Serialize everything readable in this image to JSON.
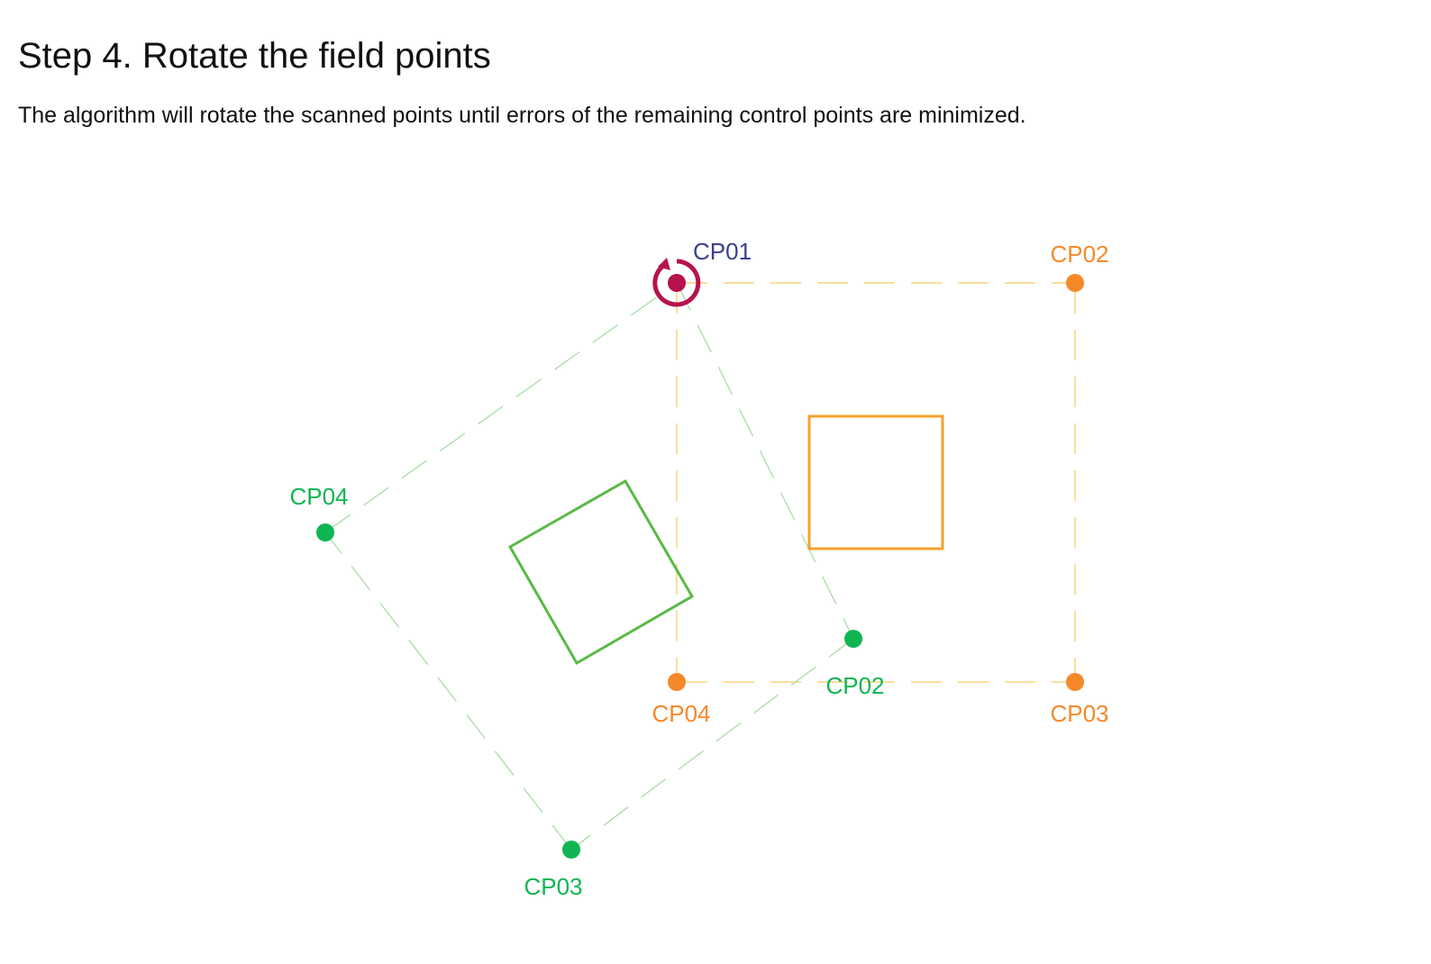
{
  "page": {
    "title": "Step 4. Rotate the field points",
    "description": "The algorithm will rotate the scanned points until errors of the remaining control points are minimized."
  },
  "colors": {
    "design": "#f5892a",
    "design_outline": "#f5a02c",
    "design_dash": "#f8d37a",
    "field": "#10b552",
    "field_outline": "#5ab946",
    "field_dash": "#a9dca6",
    "pivot": "#b6134d",
    "pivot_label": "#3b3f8f"
  },
  "design_points": {
    "cp02": "CP02",
    "cp03": "CP03",
    "cp04": "CP04"
  },
  "field_points": {
    "cp02": "CP02",
    "cp03": "CP03",
    "cp04": "CP04"
  },
  "pivot_point": {
    "label": "CP01",
    "icon": "rotate-counterclockwise-icon"
  }
}
